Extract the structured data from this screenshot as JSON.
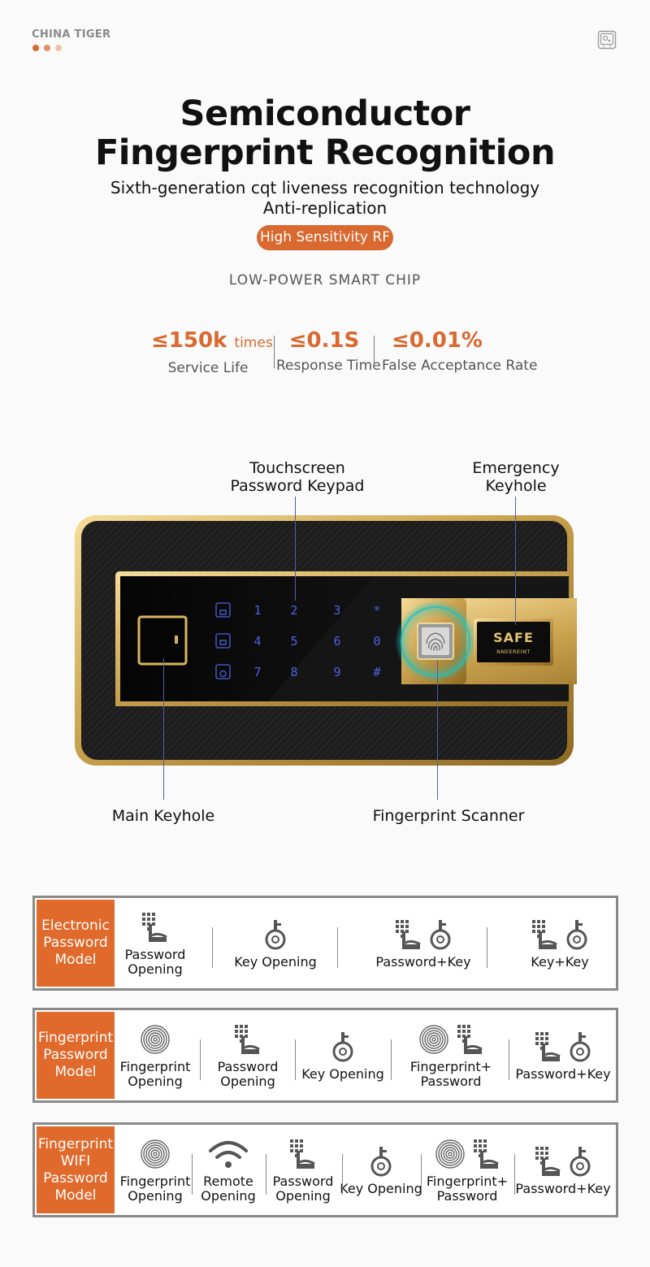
{
  "brand": {
    "name": "CHINA TIGER",
    "dot_colors": [
      "#d9692f",
      "#e0925f",
      "#eac2a8"
    ]
  },
  "header": {
    "title_line1": "Semiconductor",
    "title_line2": "Fingerprint Recognition",
    "subtitle_line1": "Sixth-generation cqt liveness recognition technology",
    "subtitle_line2": "Anti-replication",
    "badge": "High Sensitivity RF",
    "chip_label": "LOW-POWER SMART CHIP"
  },
  "stats": [
    {
      "value": "≤150k",
      "unit": "times",
      "label": "Service Life"
    },
    {
      "value": "≤0.1S",
      "unit": "",
      "label": "Response Time"
    },
    {
      "value": "≤0.01%",
      "unit": "",
      "label": "False Acceptance Rate"
    }
  ],
  "panel": {
    "callouts": {
      "keypad_line1": "Touchscreen",
      "keypad_line2": "Password Keypad",
      "emergency_line1": "Emergency",
      "emergency_line2": "Keyhole",
      "main_keyhole": "Main Keyhole",
      "fingerprint": "Fingerprint Scanner"
    },
    "keys": [
      "1",
      "2",
      "3",
      "*",
      "4",
      "5",
      "6",
      "0",
      "7",
      "8",
      "9",
      "#"
    ],
    "safe_text": "SAFE",
    "safe_subtext": "NNEEREINT"
  },
  "models": [
    {
      "name_lines": [
        "Electronic",
        "Password",
        "Model"
      ],
      "options": [
        {
          "icons": [
            "keypad-icon"
          ],
          "label_lines": [
            "Password",
            "Opening"
          ]
        },
        {
          "icons": [
            "key-icon"
          ],
          "label_lines": [
            "Key Opening"
          ]
        },
        {
          "icons": [
            "keypad-icon",
            "key-icon"
          ],
          "label_lines": [
            "Password+Key"
          ]
        },
        {
          "icons": [
            "keypad-icon",
            "key-icon"
          ],
          "label_lines": [
            "Key+Key"
          ]
        }
      ]
    },
    {
      "name_lines": [
        "Fingerprint",
        "Password",
        "Model"
      ],
      "options": [
        {
          "icons": [
            "fingerprint-icon"
          ],
          "label_lines": [
            "Fingerprint",
            "Opening"
          ]
        },
        {
          "icons": [
            "keypad-icon"
          ],
          "label_lines": [
            "Password",
            "Opening"
          ]
        },
        {
          "icons": [
            "key-icon"
          ],
          "label_lines": [
            "Key Opening"
          ]
        },
        {
          "icons": [
            "fingerprint-icon",
            "keypad-icon"
          ],
          "label_lines": [
            "Fingerprint+",
            "Password"
          ]
        },
        {
          "icons": [
            "keypad-icon",
            "key-icon"
          ],
          "label_lines": [
            "Password+Key"
          ]
        }
      ]
    },
    {
      "name_lines": [
        "Fingerprint",
        "WIFI",
        "Password",
        "Model"
      ],
      "options": [
        {
          "icons": [
            "fingerprint-icon"
          ],
          "label_lines": [
            "Fingerprint",
            "Opening"
          ]
        },
        {
          "icons": [
            "wifi-icon"
          ],
          "label_lines": [
            "Remote",
            "Opening"
          ]
        },
        {
          "icons": [
            "keypad-icon"
          ],
          "label_lines": [
            "Password",
            "Opening"
          ]
        },
        {
          "icons": [
            "key-icon"
          ],
          "label_lines": [
            "Key Opening"
          ]
        },
        {
          "icons": [
            "fingerprint-icon",
            "keypad-icon"
          ],
          "label_lines": [
            "Fingerprint+",
            "Password"
          ]
        },
        {
          "icons": [
            "keypad-icon",
            "key-icon"
          ],
          "label_lines": [
            "Password+Key"
          ]
        }
      ]
    }
  ]
}
